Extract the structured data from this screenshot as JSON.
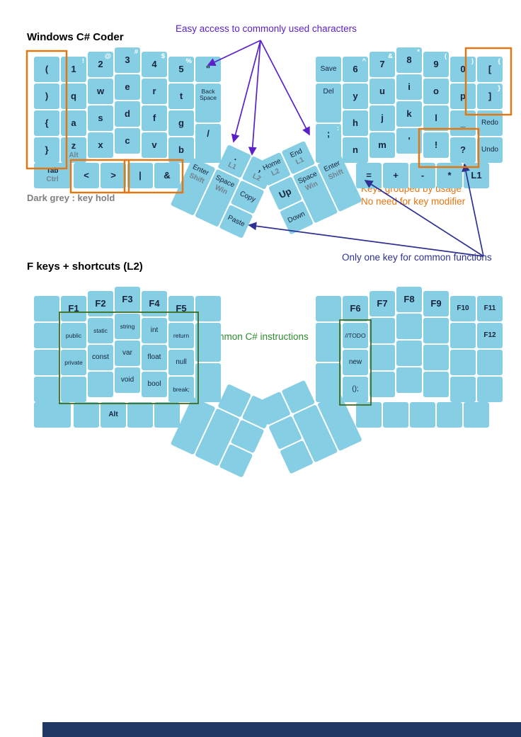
{
  "page": {
    "title1": "Windows C# Coder",
    "title2": "F keys + shortcuts (L2)"
  },
  "notes": {
    "easy": "Easy access to commonly used characters",
    "hold": "Dark grey : key hold",
    "grouped1": "Keys grouped by usage",
    "grouped2": "No need for key modifier",
    "onekey": "Only one key for common functions",
    "csharp": "Common C# instructions"
  },
  "colors": {
    "key-bg": "#85CEE4",
    "key-text": "#16243C",
    "key-shift": "#FFFFFF",
    "key-hold": "#72838F",
    "accent-orange": "#E8740C",
    "accent-purple": "#5B21C9",
    "accent-blue": "#2E3192",
    "accent-green-text": "#2E8B2E",
    "accent-green-box": "#3C6E1F",
    "footer-navy": "#1F3864",
    "note-grey": "#7F7F7F"
  },
  "keyboard1": {
    "left": {
      "outer": [
        {
          "m": "("
        },
        {
          "m": ")"
        },
        {
          "m": "{"
        },
        {
          "m": "}"
        }
      ],
      "matrix": [
        [
          {
            "m": "1",
            "s": "!"
          },
          {
            "m": "2",
            "s": "@"
          },
          {
            "m": "3",
            "s": "#"
          },
          {
            "m": "4",
            "s": "$"
          },
          {
            "m": "5",
            "s": "%"
          }
        ],
        [
          {
            "m": "q"
          },
          {
            "m": "w"
          },
          {
            "m": "e"
          },
          {
            "m": "r"
          },
          {
            "m": "t"
          }
        ],
        [
          {
            "m": "a"
          },
          {
            "m": "s"
          },
          {
            "m": "d"
          },
          {
            "m": "f"
          },
          {
            "m": "g"
          }
        ],
        [
          {
            "m": "z",
            "h": "Alt"
          },
          {
            "m": "x"
          },
          {
            "m": "c"
          },
          {
            "m": "v"
          },
          {
            "m": "b"
          }
        ]
      ],
      "inner": [
        {
          "m": "\""
        },
        {
          "m": "Back Space"
        },
        {
          "m": "/"
        }
      ],
      "bottom": [
        {
          "m": "Tab",
          "h": "Ctrl"
        },
        {
          "m": "<"
        },
        {
          "m": ">"
        },
        {
          "m": "|"
        },
        {
          "m": "&"
        }
      ],
      "thumb": {
        "top": [
          {
            "m": ".",
            "h": "L1"
          },
          {
            "m": ",",
            "h": "L2"
          }
        ],
        "tall": [
          {
            "m": "Enter",
            "h": "Shift"
          },
          {
            "m": "Space",
            "h": "Win"
          }
        ],
        "stack": [
          {
            "m": "Copy"
          },
          {
            "m": "Paste"
          }
        ]
      }
    },
    "right": {
      "inner": [
        {
          "m": "Save"
        },
        {
          "m": "Del"
        },
        {
          "m": ";",
          "s": ":"
        }
      ],
      "matrix": [
        [
          {
            "m": "6",
            "s": "^"
          },
          {
            "m": "7",
            "s": "&"
          },
          {
            "m": "8",
            "s": "*"
          },
          {
            "m": "9",
            "s": "("
          },
          {
            "m": "0",
            "s": ")"
          }
        ],
        [
          {
            "m": "y"
          },
          {
            "m": "u"
          },
          {
            "m": "i"
          },
          {
            "m": "o"
          },
          {
            "m": "p"
          }
        ],
        [
          {
            "m": "h"
          },
          {
            "m": "j"
          },
          {
            "m": "k"
          },
          {
            "m": "l"
          },
          {
            "m": "_"
          }
        ],
        [
          {
            "m": "n"
          },
          {
            "m": "m"
          },
          {
            "m": "'"
          },
          {
            "m": "!"
          },
          {
            "m": "?"
          }
        ]
      ],
      "outer": [
        {
          "m": "[",
          "s": "{"
        },
        {
          "m": "]",
          "s": "}"
        },
        {
          "m": "Redo"
        },
        {
          "m": "Undo"
        }
      ],
      "bottom": [
        {
          "m": "="
        },
        {
          "m": "+"
        },
        {
          "m": "-"
        },
        {
          "m": "*"
        },
        {
          "m": "L1"
        }
      ],
      "thumb": {
        "top": [
          {
            "m": "Home",
            "h": "L2"
          },
          {
            "m": "End",
            "h": "L1"
          }
        ],
        "tall": [
          {
            "m": "Space",
            "h": "Win"
          },
          {
            "m": "Enter",
            "h": "Shift"
          }
        ],
        "stack": [
          {
            "m": "Up"
          },
          {
            "m": "Down"
          }
        ]
      }
    }
  },
  "keyboard2": {
    "left": {
      "outer": [
        {
          "m": ""
        },
        {
          "m": ""
        },
        {
          "m": ""
        },
        {
          "m": ""
        }
      ],
      "matrix": [
        [
          {
            "m": "F1"
          },
          {
            "m": "F2"
          },
          {
            "m": "F3"
          },
          {
            "m": "F4"
          },
          {
            "m": "F5"
          }
        ],
        [
          {
            "m": "public"
          },
          {
            "m": "static"
          },
          {
            "m": "string"
          },
          {
            "m": "int"
          },
          {
            "m": "return"
          }
        ],
        [
          {
            "m": "private"
          },
          {
            "m": "const"
          },
          {
            "m": "var"
          },
          {
            "m": "float"
          },
          {
            "m": "null"
          }
        ],
        [
          {
            "m": ""
          },
          {
            "m": ""
          },
          {
            "m": "void"
          },
          {
            "m": "bool"
          },
          {
            "m": "break;"
          }
        ]
      ],
      "inner": [
        {
          "m": ""
        },
        {
          "m": ""
        },
        {
          "m": ""
        }
      ],
      "bottom": [
        {
          "m": ""
        },
        {
          "m": ""
        },
        {
          "m": "Alt"
        },
        {
          "m": ""
        },
        {
          "m": ""
        }
      ],
      "thumb": {
        "top": [
          {
            "m": ""
          },
          {
            "m": ""
          }
        ],
        "tall": [
          {
            "m": ""
          },
          {
            "m": ""
          }
        ],
        "stack": [
          {
            "m": ""
          },
          {
            "m": ""
          }
        ]
      }
    },
    "right": {
      "inner": [
        {
          "m": ""
        },
        {
          "m": ""
        },
        {
          "m": ""
        }
      ],
      "matrix": [
        [
          {
            "m": "F6"
          },
          {
            "m": "F7"
          },
          {
            "m": "F8"
          },
          {
            "m": "F9"
          },
          {
            "m": "F10"
          }
        ],
        [
          {
            "m": "//TODO"
          },
          {
            "m": ""
          },
          {
            "m": ""
          },
          {
            "m": ""
          },
          {
            "m": ""
          }
        ],
        [
          {
            "m": "new"
          },
          {
            "m": ""
          },
          {
            "m": ""
          },
          {
            "m": ""
          },
          {
            "m": ""
          }
        ],
        [
          {
            "m": "();"
          },
          {
            "m": ""
          },
          {
            "m": ""
          },
          {
            "m": ""
          },
          {
            "m": ""
          }
        ]
      ],
      "outer": [
        {
          "m": "F11"
        },
        {
          "m": "F12"
        },
        {
          "m": ""
        },
        {
          "m": ""
        }
      ],
      "bottom": [
        {
          "m": ""
        },
        {
          "m": ""
        },
        {
          "m": ""
        },
        {
          "m": ""
        },
        {
          "m": ""
        }
      ],
      "thumb": {
        "top": [
          {
            "m": ""
          },
          {
            "m": ""
          }
        ],
        "tall": [
          {
            "m": ""
          },
          {
            "m": ""
          }
        ],
        "stack": [
          {
            "m": ""
          },
          {
            "m": ""
          }
        ]
      }
    }
  }
}
